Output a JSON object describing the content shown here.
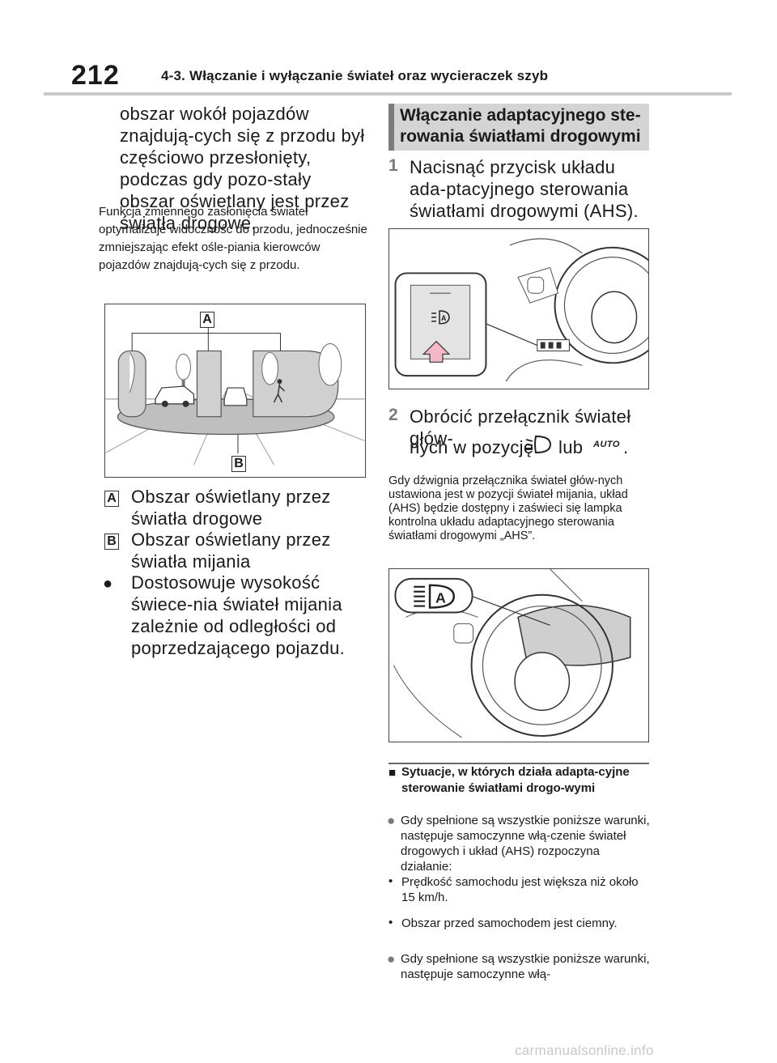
{
  "header": {
    "page_number": "212",
    "title": "4-3. Włączanie i wyłączanie świateł oraz wycieraczek szyb"
  },
  "left": {
    "paragraph": "obszar wokół pojazdów znajdują-cych się z przodu był częściowo przesłonięty, podczas gdy pozo-stały obszar oświetlany jest przez światła drogowe.",
    "small_text": "Funkcja zmiennego zasłonięcia świateł optymalizuje widoczność do przodu, jednocześnie zmniejszając efekt ośle-piania kierowców pojazdów znajdują-cych się z przodu.",
    "figure_labels": {
      "a": "A",
      "b": "B"
    },
    "legend": [
      {
        "key": "A",
        "text": "Obszar oświetlany przez światła drogowe"
      },
      {
        "key": "B",
        "text": "Obszar oświetlany przez światła mijania"
      }
    ],
    "bullet_symbol": "●",
    "bullet_text": "Dostosowuje wysokość świece-nia świateł mijania zależnie od odległości od poprzedzającego pojazdu."
  },
  "right": {
    "section_title": "Włączanie adaptacyjnego ste-rowania światłami drogowymi",
    "step1": {
      "num": "1",
      "text": "Nacisnąć przycisk układu ada-ptacyjnego sterowania światłami drogowymi (AHS)."
    },
    "step2": {
      "num": "2",
      "line1": "Obrócić przełącznik świateł głów-",
      "line2": "nych w pozycję",
      "or": "lub",
      "auto_icon": "AUTO",
      "end": "."
    },
    "step2_small": "Gdy dźwignia przełącznika świateł głów-nych ustawiona jest w pozycji świateł mijania, układ (AHS) będzie dostępny i zaświeci się lampka kontrolna układu adaptacyjnego sterowania światłami drogowymi „AHS”.",
    "sub_heading_symbol": "■",
    "sub_heading": "Sytuacje, w których działa adapta-cyjne sterowanie światłami drogo-wymi",
    "circle_symbol": "●",
    "condition1": "Gdy spełnione są wszystkie poniższe warunki, następuje samoczynne włą-czenie świateł drogowych i układ (AHS) rozpoczyna działanie:",
    "dot_symbol": "•",
    "sub_items": [
      "Prędkość samochodu jest większa niż około 15 km/h.",
      "Obszar przed samochodem jest ciemny."
    ],
    "condition2": "Gdy spełnione są wszystkie poniższe warunki, następuje samoczynne włą-"
  },
  "footer": {
    "watermark": "carmanualsonline.info"
  },
  "colors": {
    "section_bg": "#d4d4d4",
    "section_bar": "#7b7b7b",
    "step_num": "#7a7a7a",
    "arrow_pink": "#f4b8c8",
    "rule": "#c9c9c9"
  }
}
